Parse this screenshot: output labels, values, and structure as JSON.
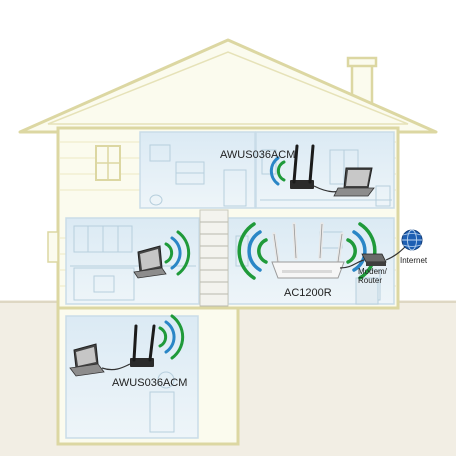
{
  "labels": {
    "adapter_top": "AWUS036ACM",
    "router": "AC1200R",
    "adapter_bottom": "AWUS036ACM",
    "modem_router": "Modem/\nRouter",
    "internet": "Internet"
  },
  "colors": {
    "house_outline": "#ddd9a8",
    "room_fill": "#e6f1f7",
    "wall_fill": "#fbfbee",
    "ground": "#f1ece1",
    "signal_green": "#1f9a3a",
    "signal_blue": "#2a86c6",
    "globe": "#1e5fb3"
  },
  "icons": [
    "laptop-icon",
    "router-icon",
    "usb-adapter-icon",
    "modem-icon",
    "globe-icon",
    "wifi-signal-icon"
  ]
}
